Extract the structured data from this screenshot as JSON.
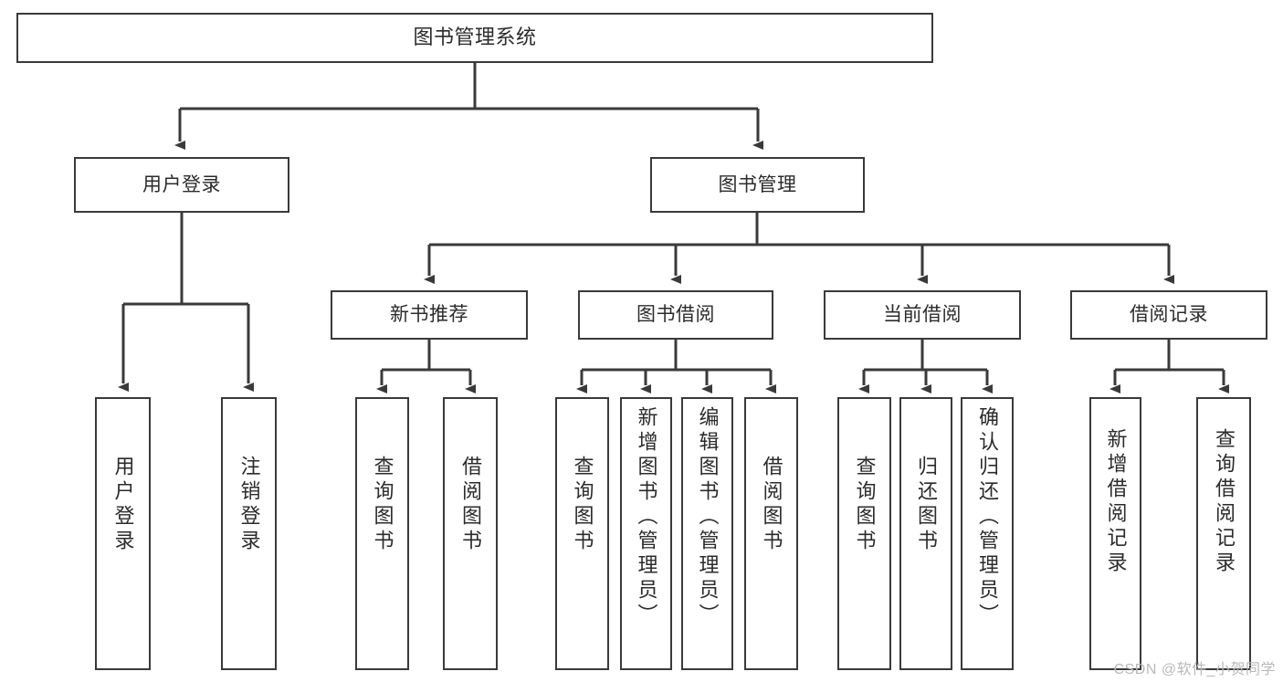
{
  "diagram": {
    "title": "图书管理系统",
    "type": "tree-hierarchy",
    "orientation": "top-down",
    "colors": {
      "background": "#ffffff",
      "node_border": "#3a3a3a",
      "node_fill": "#ffffff",
      "text": "#2b2b2b",
      "connector": "#3a3a3a",
      "watermark": "#b9b9b9"
    },
    "levels": 4
  },
  "root": {
    "label": "图书管理系统"
  },
  "level2": [
    {
      "label": "用户登录"
    },
    {
      "label": "图书管理"
    }
  ],
  "level3": [
    {
      "label": "新书推荐"
    },
    {
      "label": "图书借阅"
    },
    {
      "label": "当前借阅"
    },
    {
      "label": "借阅记录"
    }
  ],
  "leaves": {
    "user_login": [
      {
        "label": "用户登录"
      },
      {
        "label": "注销登录"
      }
    ],
    "new_book_recommend": [
      {
        "label": "查询图书"
      },
      {
        "label": "借阅图书"
      }
    ],
    "book_borrow": [
      {
        "label": "查询图书"
      },
      {
        "label": "新增图书（管理员）"
      },
      {
        "label": "编辑图书（管理员）"
      },
      {
        "label": "借阅图书"
      }
    ],
    "current_borrow": [
      {
        "label": "查询图书"
      },
      {
        "label": "归还图书"
      },
      {
        "label": "确认归还（管理员）"
      }
    ],
    "borrow_record": [
      {
        "label": "新增借阅记录"
      },
      {
        "label": "查询借阅记录"
      }
    ]
  },
  "watermark": {
    "text": "CSDN @软件_小贺同学"
  }
}
